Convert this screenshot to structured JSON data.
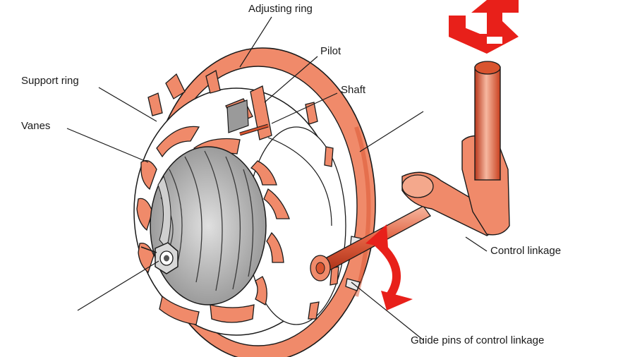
{
  "labels": {
    "adjusting_ring": "Adjusting ring",
    "pilot": "Pilot",
    "shaft": "Shaft",
    "support_ring": "Support ring",
    "vanes": "Vanes",
    "control_linkage": "Control linkage",
    "guide_pins": "Guide pins of control linkage"
  },
  "colors": {
    "part_fill": "#f08a6a",
    "part_dark": "#d9542f",
    "part_shadow": "#b8361a",
    "arrow_red": "#e8201a",
    "turbine_gray": "#b4b4b4",
    "outline": "#1a1a1a"
  }
}
